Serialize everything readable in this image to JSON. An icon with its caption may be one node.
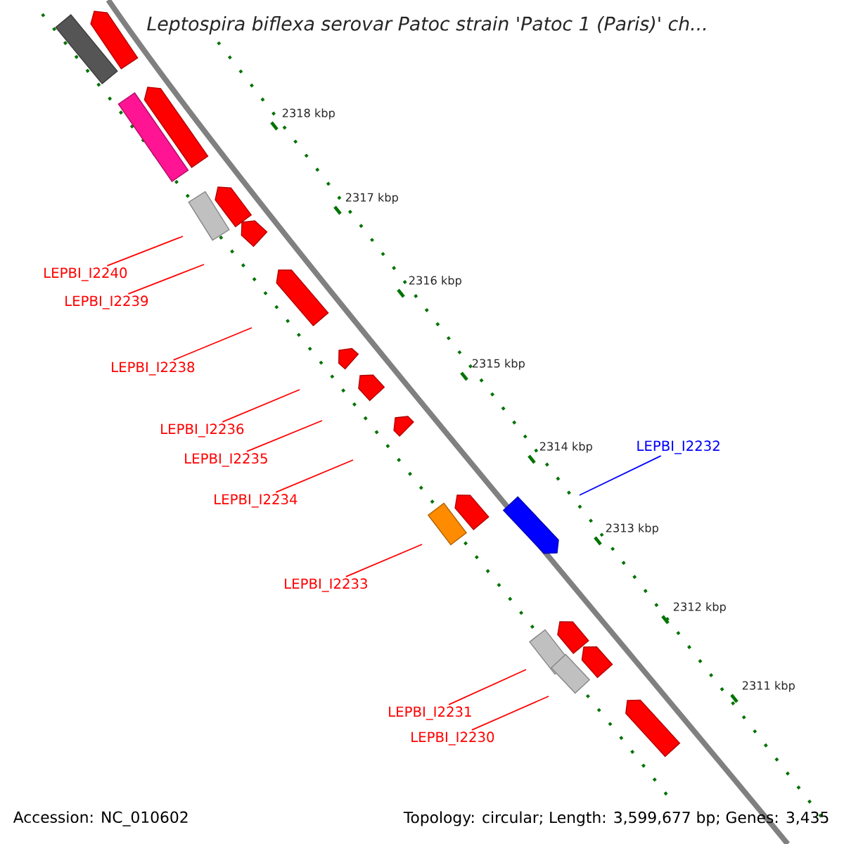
{
  "diagram": {
    "title": "Leptospira biflexa serovar Patoc strain 'Patoc 1 (Paris)' ch...",
    "nodes": [
      {
        "text": [
          "LEPBI_I2240"
        ]
      },
      {
        "text": [
          "LEPBI_I2239"
        ]
      },
      {
        "text": [
          "LEPBI_I2238"
        ]
      },
      {
        "text": [
          "LEPBI_I2236"
        ]
      },
      {
        "text": [
          "LEPBI_I2235"
        ]
      },
      {
        "text": [
          "LEPBI_I2234"
        ]
      },
      {
        "text": [
          "LEPBI_I2233"
        ]
      },
      {
        "text": [
          "LEPBI_I2232"
        ]
      },
      {
        "text": [
          "LEPBI_I2231"
        ]
      },
      {
        "text": [
          "LEPBI_I2230"
        ]
      }
    ],
    "edges": [
      {
        "from": 0,
        "to": null,
        "arrow": "none"
      },
      {
        "from": 1,
        "to": null,
        "arrow": "none"
      },
      {
        "from": 2,
        "to": null,
        "arrow": "none"
      },
      {
        "from": 3,
        "to": null,
        "arrow": "none"
      },
      {
        "from": 4,
        "to": null,
        "arrow": "none"
      },
      {
        "from": 5,
        "to": null,
        "arrow": "none"
      },
      {
        "from": 6,
        "to": null,
        "arrow": "none"
      },
      {
        "from": 7,
        "to": null,
        "arrow": "none",
        "color": "#0000ff"
      },
      {
        "from": 8,
        "to": null,
        "arrow": "none"
      },
      {
        "from": 9,
        "to": null,
        "arrow": "none"
      }
    ],
    "labels": [
      "2318 kbp",
      "2317 kbp",
      "2316 kbp",
      "2315 kbp",
      "2314 kbp",
      "2313 kbp",
      "2312 kbp",
      "2311 kbp",
      "Accession: NC_010602",
      "Topology: circular; Length: 3,599,677 bp; Genes: 3,435"
    ]
  }
}
